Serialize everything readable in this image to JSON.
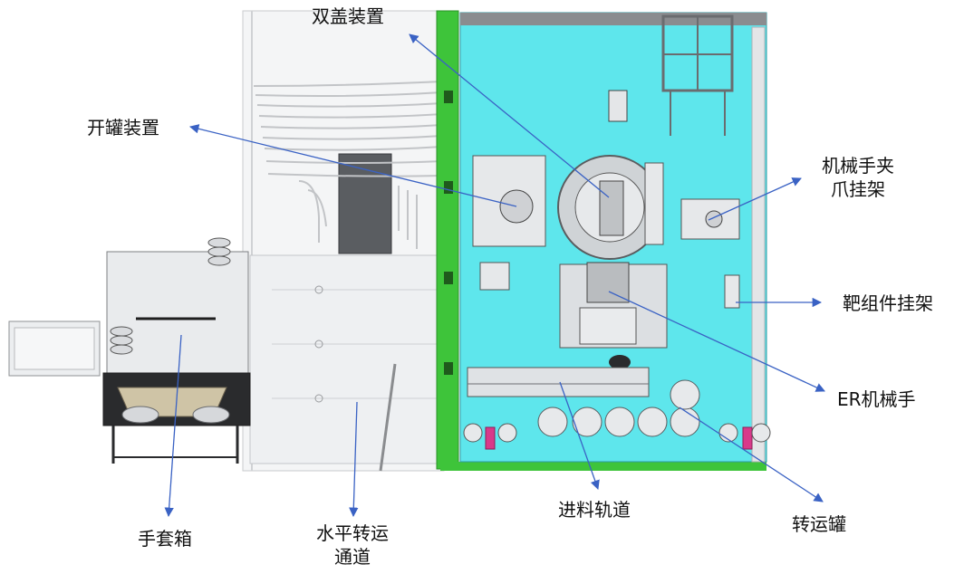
{
  "colors": {
    "chamber_floor": "#5ee6ec",
    "frame_green": "#3ec43a",
    "arrow": "#3a62c4",
    "equipment": "#e6e8ea",
    "equipment_dark": "#1e1e1e",
    "pink": "#d83a8a"
  },
  "labels": {
    "double_lid": "双盖装置",
    "can_opener": "开罐装置",
    "gripper_rack_line1": "机械手夹",
    "gripper_rack_line2": "爪挂架",
    "target_rack": "靶组件挂架",
    "er_manipulator": "ER机械手",
    "glovebox": "手套箱",
    "transfer_channel_line1": "水平转运",
    "transfer_channel_line2": "通道",
    "feed_track": "进料轨道",
    "transfer_can": "转运罐"
  }
}
